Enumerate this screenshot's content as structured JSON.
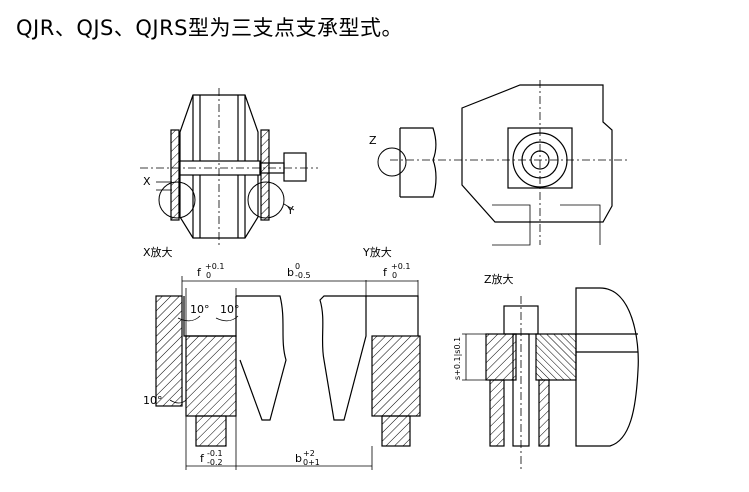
{
  "document": {
    "heading": "QJR、QJS、QJRS型为三支点支承型式。"
  },
  "figure": {
    "views": {
      "x_view_label": "X放大",
      "y_view_label": "Y放大",
      "z_view_label": "Z放大"
    },
    "detail_markers": {
      "x": "X",
      "y": "Y",
      "z": "Z"
    },
    "dimensions": {
      "f_top_base": "f",
      "f_top_sup": "+0.1",
      "f_top_sub": "0",
      "b_top_base": "b",
      "b_top_sup": "0",
      "b_top_sub": "-0.5",
      "f_top2_base": "f",
      "f_top2_sup": "+0.1",
      "f_top2_sub": "0",
      "f_bot_base": "f",
      "f_bot_sup": "-0.1",
      "f_bot_sub": "-0.2",
      "b_bot_base": "b",
      "b_bot_sup": "+2",
      "b_bot_sub": "0+1",
      "s_vertical": "s+0.1|s0.1"
    },
    "angles": {
      "a1": "10°",
      "a2": "10°",
      "a3": "10°"
    }
  }
}
